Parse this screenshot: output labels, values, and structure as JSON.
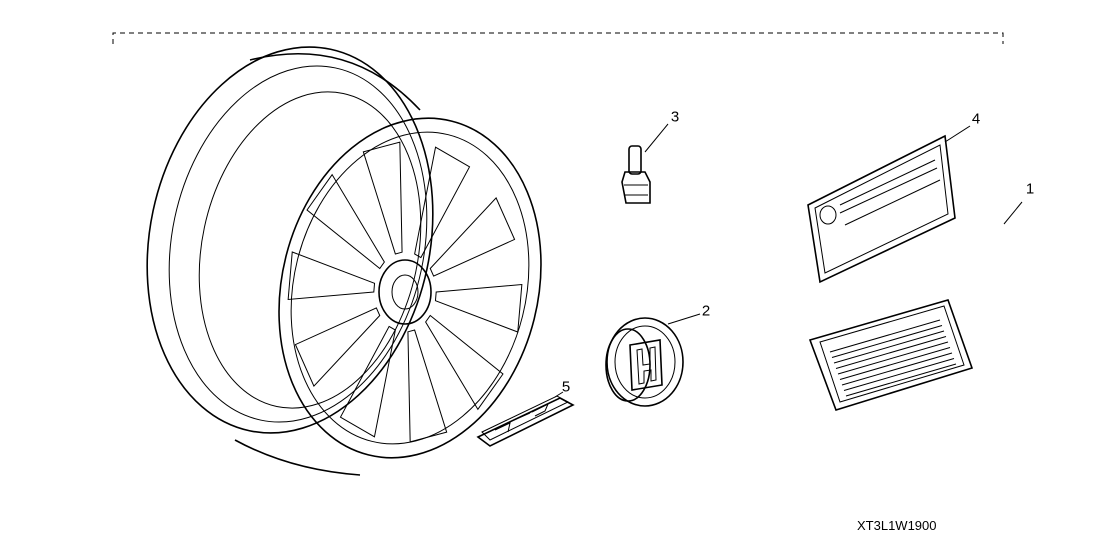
{
  "diagram": {
    "callouts": [
      {
        "number": "1",
        "part": "wheel-kit"
      },
      {
        "number": "2",
        "part": "center-cap"
      },
      {
        "number": "3",
        "part": "valve-stem"
      },
      {
        "number": "4",
        "part": "instruction-label"
      },
      {
        "number": "5",
        "part": "emblem"
      }
    ],
    "illustration_code": "XT3L1W1900"
  }
}
